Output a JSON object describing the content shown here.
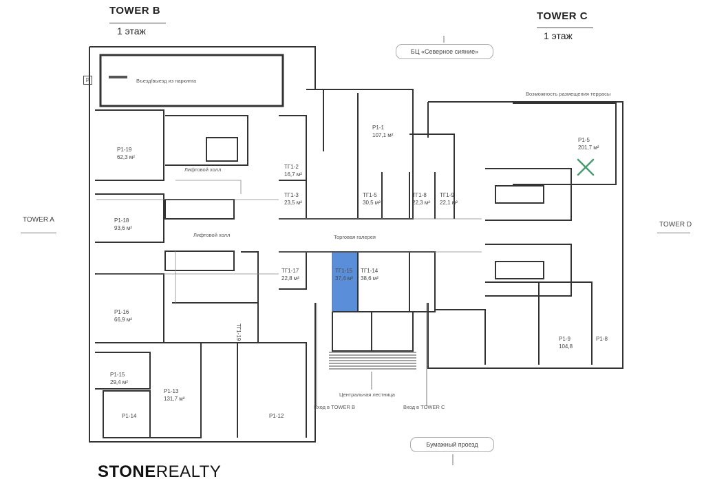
{
  "header": {
    "tower_b_title": "TOWER B",
    "tower_b_floor": "1 этаж",
    "tower_c_title": "TOWER C",
    "tower_c_floor": "1 этаж"
  },
  "landmarks": {
    "business_center": "БЦ «Северное сияние»",
    "tower_a": "TOWER A",
    "tower_d": "TOWER D",
    "paper_passage": "Бумажный проезд",
    "parking": "Въезд/выезд из паркинга",
    "parking_icon": "P",
    "terrace": "Возможность размещения террасы",
    "elevator_hall_1": "Лифтовой холл",
    "elevator_hall_2": "Лифтовой холл",
    "gallery": "Торговая галерея",
    "central_stairs": "Центральная лестница",
    "entrance_b": "Вход в TOWER B",
    "entrance_c": "Вход в TOWER C"
  },
  "units": [
    {
      "id": "P1-19",
      "area": "62,3 м²"
    },
    {
      "id": "P1-18",
      "area": "93,6 м²"
    },
    {
      "id": "P1-16",
      "area": "66,9 м²"
    },
    {
      "id": "P1-15",
      "area": "29,4 м²"
    },
    {
      "id": "P1-14",
      "area": ""
    },
    {
      "id": "P1-13",
      "area": "131,7 м²"
    },
    {
      "id": "P1-12",
      "area": ""
    },
    {
      "id": "ТГ1-2",
      "area": "16,7 м²"
    },
    {
      "id": "ТГ1-3",
      "area": "23,5 м²"
    },
    {
      "id": "ТГ1-17",
      "area": "22,8 м²"
    },
    {
      "id": "ТГ1-19",
      "area": ""
    },
    {
      "id": "P1-1",
      "area": "107,1 м²"
    },
    {
      "id": "ТГ1-5",
      "area": "30,5 м²"
    },
    {
      "id": "ТГ1-8",
      "area": "22,3 м²"
    },
    {
      "id": "ТГ1-9",
      "area": "22,1 м²"
    },
    {
      "id": "ТГ1-15",
      "area": "37,4 м²"
    },
    {
      "id": "ТГ1-14",
      "area": "38,6 м²"
    },
    {
      "id": "P1-5",
      "area": "201,7 м²"
    },
    {
      "id": "P1-9",
      "area": "104,8"
    },
    {
      "id": "P1-8",
      "area": ""
    }
  ],
  "highlight_unit": "ТГ1-15",
  "colors": {
    "highlight": "#5b8ed8",
    "wall": "#333333"
  },
  "brand": {
    "bold": "STONE",
    "regular": "REALTY"
  }
}
